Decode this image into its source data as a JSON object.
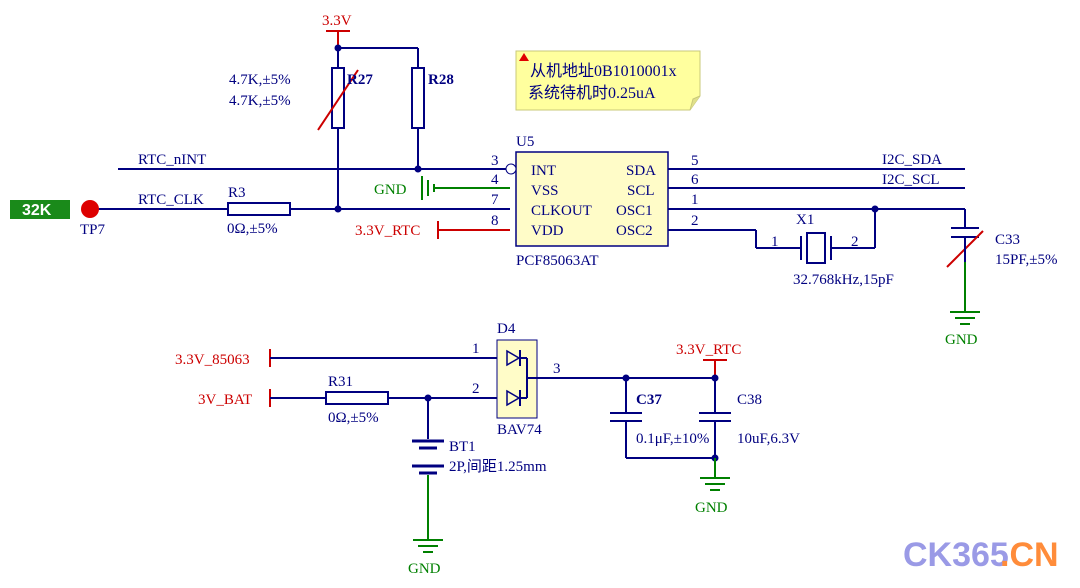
{
  "colors": {
    "wire": "#000080",
    "power": "#cc0000",
    "ground": "#008000",
    "ic_fill": "#fffcc8",
    "note_fill": "#ffff9e",
    "net_label_fill": "#1a8a1a",
    "tp_fill": "#dd0000"
  },
  "power": {
    "top_33v": "3.3V",
    "v33_rtc_u5": "3.3V_RTC",
    "v33_85063": "3.3V_85063",
    "v3_bat": "3V_BAT",
    "v33_rtc_out": "3.3V_RTC"
  },
  "ground": {
    "gnd_u5": "GND",
    "gnd_c33": "GND",
    "gnd_bt1": "GND",
    "gnd_c37": "GND"
  },
  "nets": {
    "rtc_nint": "RTC_nINT",
    "rtc_clk": "RTC_CLK",
    "i2c_sda": "I2C_SDA",
    "i2c_scl": "I2C_SCL",
    "k32": "32K"
  },
  "testpoint": {
    "ref": "TP7"
  },
  "resistors": {
    "r27": {
      "ref": "R27",
      "value": "4.7K,±5%"
    },
    "r28": {
      "ref": "R28",
      "value": "4.7K,±5%"
    },
    "r3": {
      "ref": "R3",
      "value": "0Ω,±5%"
    },
    "r31": {
      "ref": "R31",
      "value": "0Ω,±5%"
    }
  },
  "note": {
    "line1": "从机地址0B1010001x",
    "line2": "系统待机时0.25uA"
  },
  "u5": {
    "ref": "U5",
    "part": "PCF85063AT",
    "pins_left": [
      {
        "num": "3",
        "name": "INT"
      },
      {
        "num": "4",
        "name": "VSS"
      },
      {
        "num": "7",
        "name": "CLKOUT"
      },
      {
        "num": "8",
        "name": "VDD"
      }
    ],
    "pins_right": [
      {
        "num": "5",
        "name": "SDA"
      },
      {
        "num": "6",
        "name": "SCL"
      },
      {
        "num": "1",
        "name": "OSC1"
      },
      {
        "num": "2",
        "name": "OSC2"
      }
    ]
  },
  "x1": {
    "ref": "X1",
    "value": "32.768kHz,15pF",
    "pin1": "1",
    "pin2": "2"
  },
  "c33": {
    "ref": "C33",
    "value": "15PF,±5%"
  },
  "d4": {
    "ref": "D4",
    "part": "BAV74",
    "pin1": "1",
    "pin2": "2",
    "pin3": "3"
  },
  "c37": {
    "ref": "C37",
    "value": "0.1μF,±10%"
  },
  "c38": {
    "ref": "C38",
    "value": "10uF,6.3V"
  },
  "bt1": {
    "ref": "BT1",
    "value": "2P,间距1.25mm"
  },
  "watermark": {
    "part1": "CK365",
    "part2": ".CN"
  }
}
